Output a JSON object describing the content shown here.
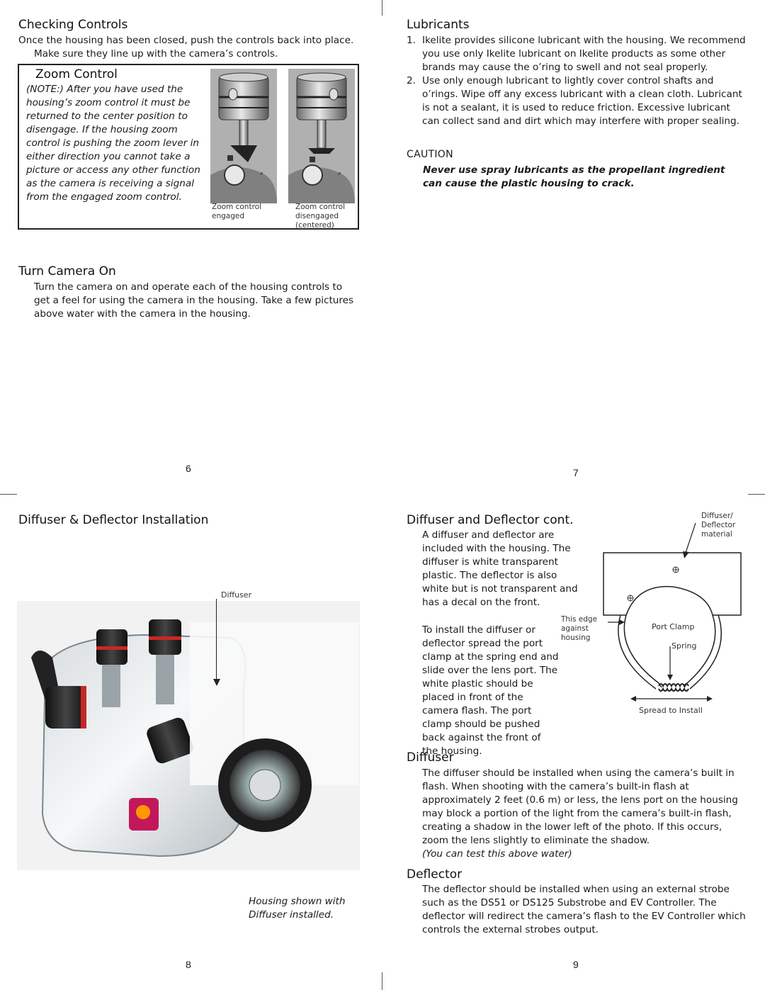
{
  "page6": {
    "checking": {
      "title": "Checking Controls",
      "text": "Once the housing has been closed, push the controls back into place. Make sure they line up with the camera’s controls."
    },
    "zoom": {
      "title": "Zoom Control",
      "note": "(NOTE:) After you have used the housing’s zoom control it must be returned to the center position to disengage. If the housing zoom control is pushing the zoom lever in either direction you cannot take a picture or access any other function as the camera is receiving a signal from the engaged zoom control.",
      "caption_engaged": "Zoom control engaged",
      "caption_disengaged": "Zoom control disengaged (centered)"
    },
    "turn_on": {
      "title": "Turn Camera On",
      "text": "Turn the camera on and operate each of the housing controls to get a feel for using the camera in the housing. Take a few pictures above water with the camera in the housing."
    },
    "page_number": "6"
  },
  "page7": {
    "lubricants": {
      "title": "Lubricants",
      "items": [
        {
          "num": "1.",
          "text": "Ikelite provides silicone lubricant with the housing. We recommend you use only Ikelite lubricant on Ikelite products as some other brands may cause the o’ring to swell and not seal properly."
        },
        {
          "num": "2.",
          "text": "Use only enough lubricant to lightly cover control shafts and o’rings. Wipe off any excess lubricant with a clean cloth. Lubricant is not a sealant, it is used to reduce friction. Excessive lubricant can collect sand and dirt which may interfere with proper sealing."
        }
      ],
      "caution_label": "CAUTION",
      "caution_text": "Never use spray lubricants as the propellant ingredient can cause the plastic housing to crack."
    },
    "page_number": "7"
  },
  "page8": {
    "title": "Diffuser & Deflector Installation",
    "diffuser_label": "Diffuser",
    "caption": "Housing shown with Diffuser installed.",
    "page_number": "8"
  },
  "page9": {
    "cont": {
      "title": "Diffuser and Deflector cont.",
      "text1": "A diffuser and deflector are included with the housing. The diffuser is white transparent plastic. The deflector is also white but is not transparent and has a decal on the front.",
      "text2": "To install the diffuser or deflector spread the port clamp at the spring end and slide over the lens port. The white plastic should be placed in front of the camera flash. The port clamp should be pushed back against the front of the housing."
    },
    "diagram": {
      "material_label": "Diffuser/ Deflector material",
      "edge_label": "This edge against housing",
      "port_clamp": "Port Clamp",
      "spring": "Spring",
      "spread": "Spread to Install"
    },
    "diffuser": {
      "title": "Diffuser",
      "text": "The diffuser should be installed when using the camera’s built in flash. When shooting with the camera’s built-in flash at approximately 2 feet (0.6 m) or less, the lens port on the housing may block a portion of the light from the camera’s built-in flash, creating a shadow in the lower left of the photo. If this occurs, zoom the lens slightly to eliminate the shadow.",
      "note": "(You can test this above water)"
    },
    "deflector": {
      "title": "Deflector",
      "text": "The deflector should be installed when using an external strobe such as the DS51 or DS125 Substrobe and EV Controller. The deflector will redirect the camera’s flash to the EV Controller which controls the external strobes output."
    },
    "page_number": "9"
  }
}
